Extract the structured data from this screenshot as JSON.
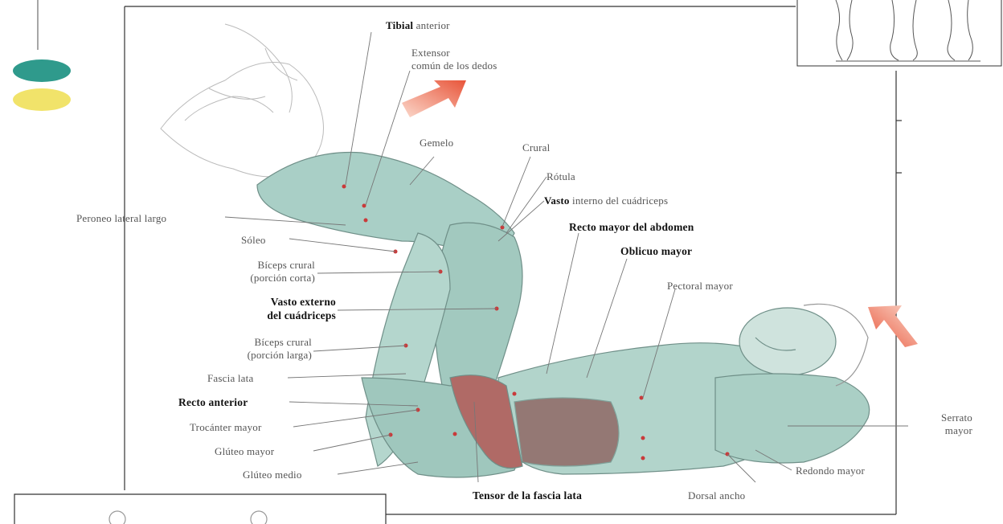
{
  "labels": {
    "tibial_anterior_bold": "Tibial",
    "tibial_anterior_rest": "anterior",
    "extensor_line1": "Extensor",
    "extensor_line2": "común de los dedos",
    "gemelo": "Gemelo",
    "crural": "Crural",
    "rotula": "Rótula",
    "vasto_interno_bold": "Vasto",
    "vasto_interno_rest": "interno del cuádriceps",
    "recto_mayor": "Recto mayor del abdomen",
    "oblicuo_mayor": "Oblicuo mayor",
    "pectoral_mayor": "Pectoral mayor",
    "peroneo": "Peroneo lateral largo",
    "soleo": "Sóleo",
    "biceps_corta_1": "Bíceps crural",
    "biceps_corta_2": "(porción corta)",
    "vasto_externo_1": "Vasto externo",
    "vasto_externo_2": "del cuádriceps",
    "biceps_larga_1": "Bíceps crural",
    "biceps_larga_2": "(porción larga)",
    "fascia_lata": "Fascia lata",
    "recto_anterior": "Recto anterior",
    "trocanter": "Trocánter mayor",
    "gluteo_mayor": "Glúteo mayor",
    "gluteo_medio": "Glúteo medio",
    "tensor": "Tensor de la fascia lata",
    "dorsal_ancho": "Dorsal ancho",
    "redondo_mayor": "Redondo mayor",
    "serrato_1": "Serrato",
    "serrato_2": "mayor"
  },
  "colors": {
    "marker_teal": "#2f9a8c",
    "marker_yellow": "#f1e36a",
    "arrow": "#e8674a",
    "muscle": "#a9cfc6",
    "muscle_red": "#b06a66",
    "dot": "#c93a3a"
  }
}
